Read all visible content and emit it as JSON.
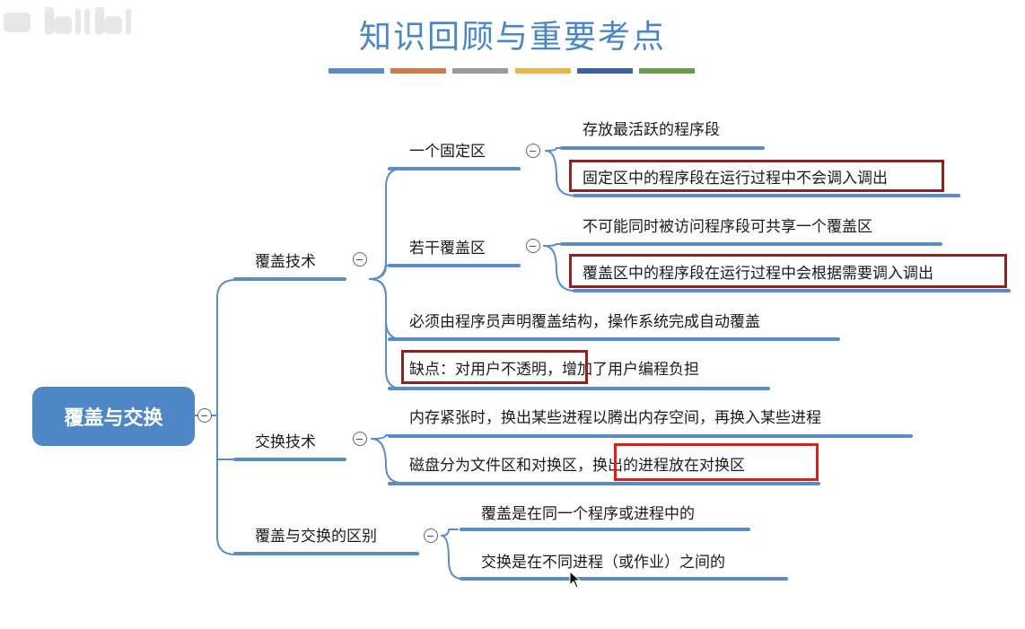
{
  "title": "知识回顾与重要考点",
  "watermark": "bilibili",
  "color_bars": [
    "#5b8cc4",
    "#d07a4a",
    "#9a9a9a",
    "#e8b84a",
    "#3f5fa3",
    "#6a9a4c"
  ],
  "root": {
    "label": "覆盖与交换"
  },
  "branches": {
    "overlay": {
      "label": "覆盖技术",
      "fixed_area": {
        "label": "一个固定区",
        "items": [
          "存放最活跃的程序段",
          "固定区中的程序段在运行过程中不会调入调出"
        ]
      },
      "overlay_areas": {
        "label": "若干覆盖区",
        "items": [
          "不可能同时被访问程序段可共享一个覆盖区",
          "覆盖区中的程序段在运行过程中会根据需要调入调出"
        ]
      },
      "declare": "必须由程序员声明覆盖结构，操作系统完成自动覆盖",
      "drawback": "缺点：对用户不透明，增加了用户编程负担"
    },
    "swap": {
      "label": "交换技术",
      "items": [
        "内存紧张时，换出某些进程以腾出内存空间，再换入某些进程",
        "磁盘分为文件区和对换区，换出的进程放在对换区"
      ]
    },
    "difference": {
      "label": "覆盖与交换的区别",
      "items": [
        "覆盖是在同一个程序或进程中的",
        "交换是在不同进程（或作业）之间的"
      ]
    }
  },
  "colors": {
    "title": "#4a86c7",
    "root_fill": "#4f86c6",
    "connector": "#5b8cc4",
    "highlight_dark": "#8b2323",
    "highlight_red": "#e31b1b"
  }
}
